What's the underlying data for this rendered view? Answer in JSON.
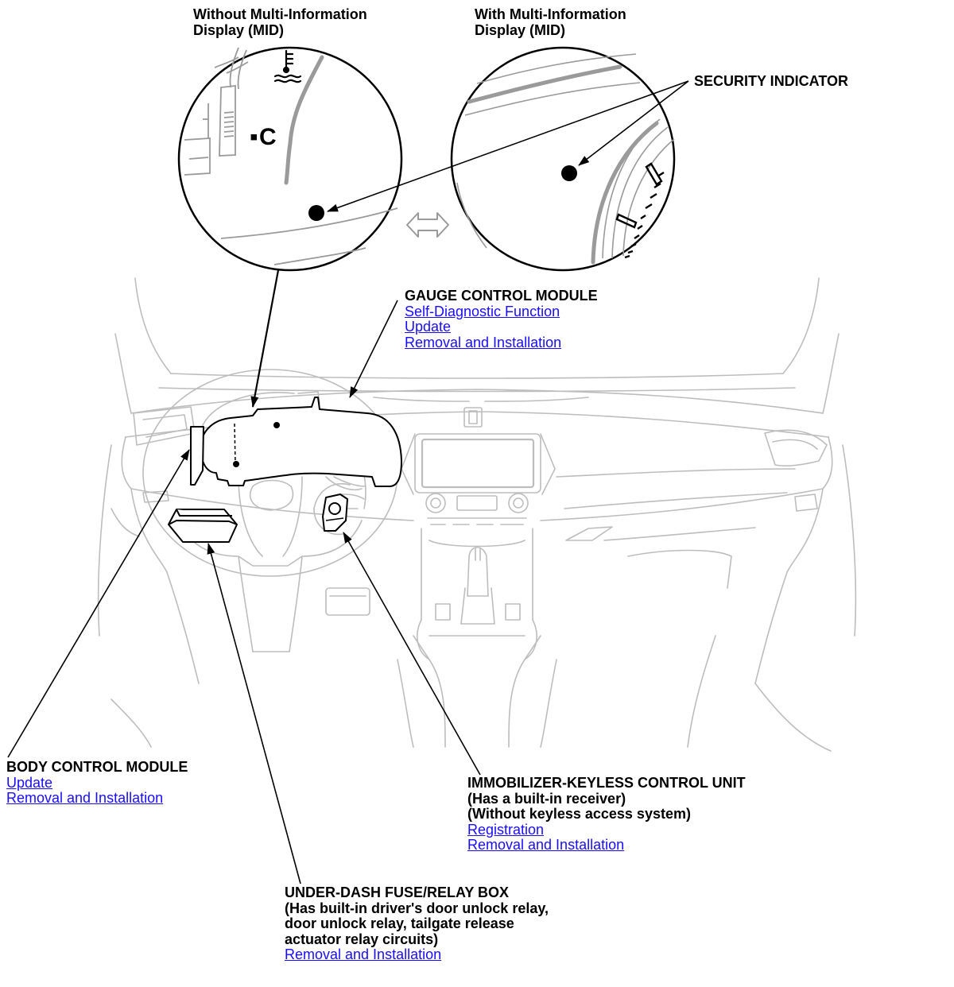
{
  "headers": {
    "without_mid_line1": "Without Multi-Information",
    "without_mid_line2": "Display (MID)",
    "with_mid_line1": "With Multi-Information",
    "with_mid_line2": "Display (MID)"
  },
  "gauge_mark": "C",
  "security_indicator": {
    "title": "SECURITY INDICATOR"
  },
  "gauge_control_module": {
    "title": "GAUGE CONTROL MODULE",
    "links": [
      "Self-Diagnostic Function",
      "Update",
      "Removal and Installation"
    ]
  },
  "body_control_module": {
    "title": "BODY CONTROL MODULE",
    "links": [
      "Update",
      "Removal and Installation"
    ]
  },
  "immobilizer_unit": {
    "title": "IMMOBILIZER-KEYLESS CONTROL UNIT",
    "notes": [
      "(Has a built-in receiver)",
      "(Without keyless access system)"
    ],
    "links": [
      "Registration",
      "Removal and Installation"
    ]
  },
  "under_dash_box": {
    "title": "UNDER-DASH FUSE/RELAY BOX",
    "notes": [
      "(Has built-in driver's door unlock relay,",
      "door unlock relay, tailgate release",
      "actuator relay circuits)"
    ],
    "links": [
      "Removal and Installation"
    ]
  }
}
